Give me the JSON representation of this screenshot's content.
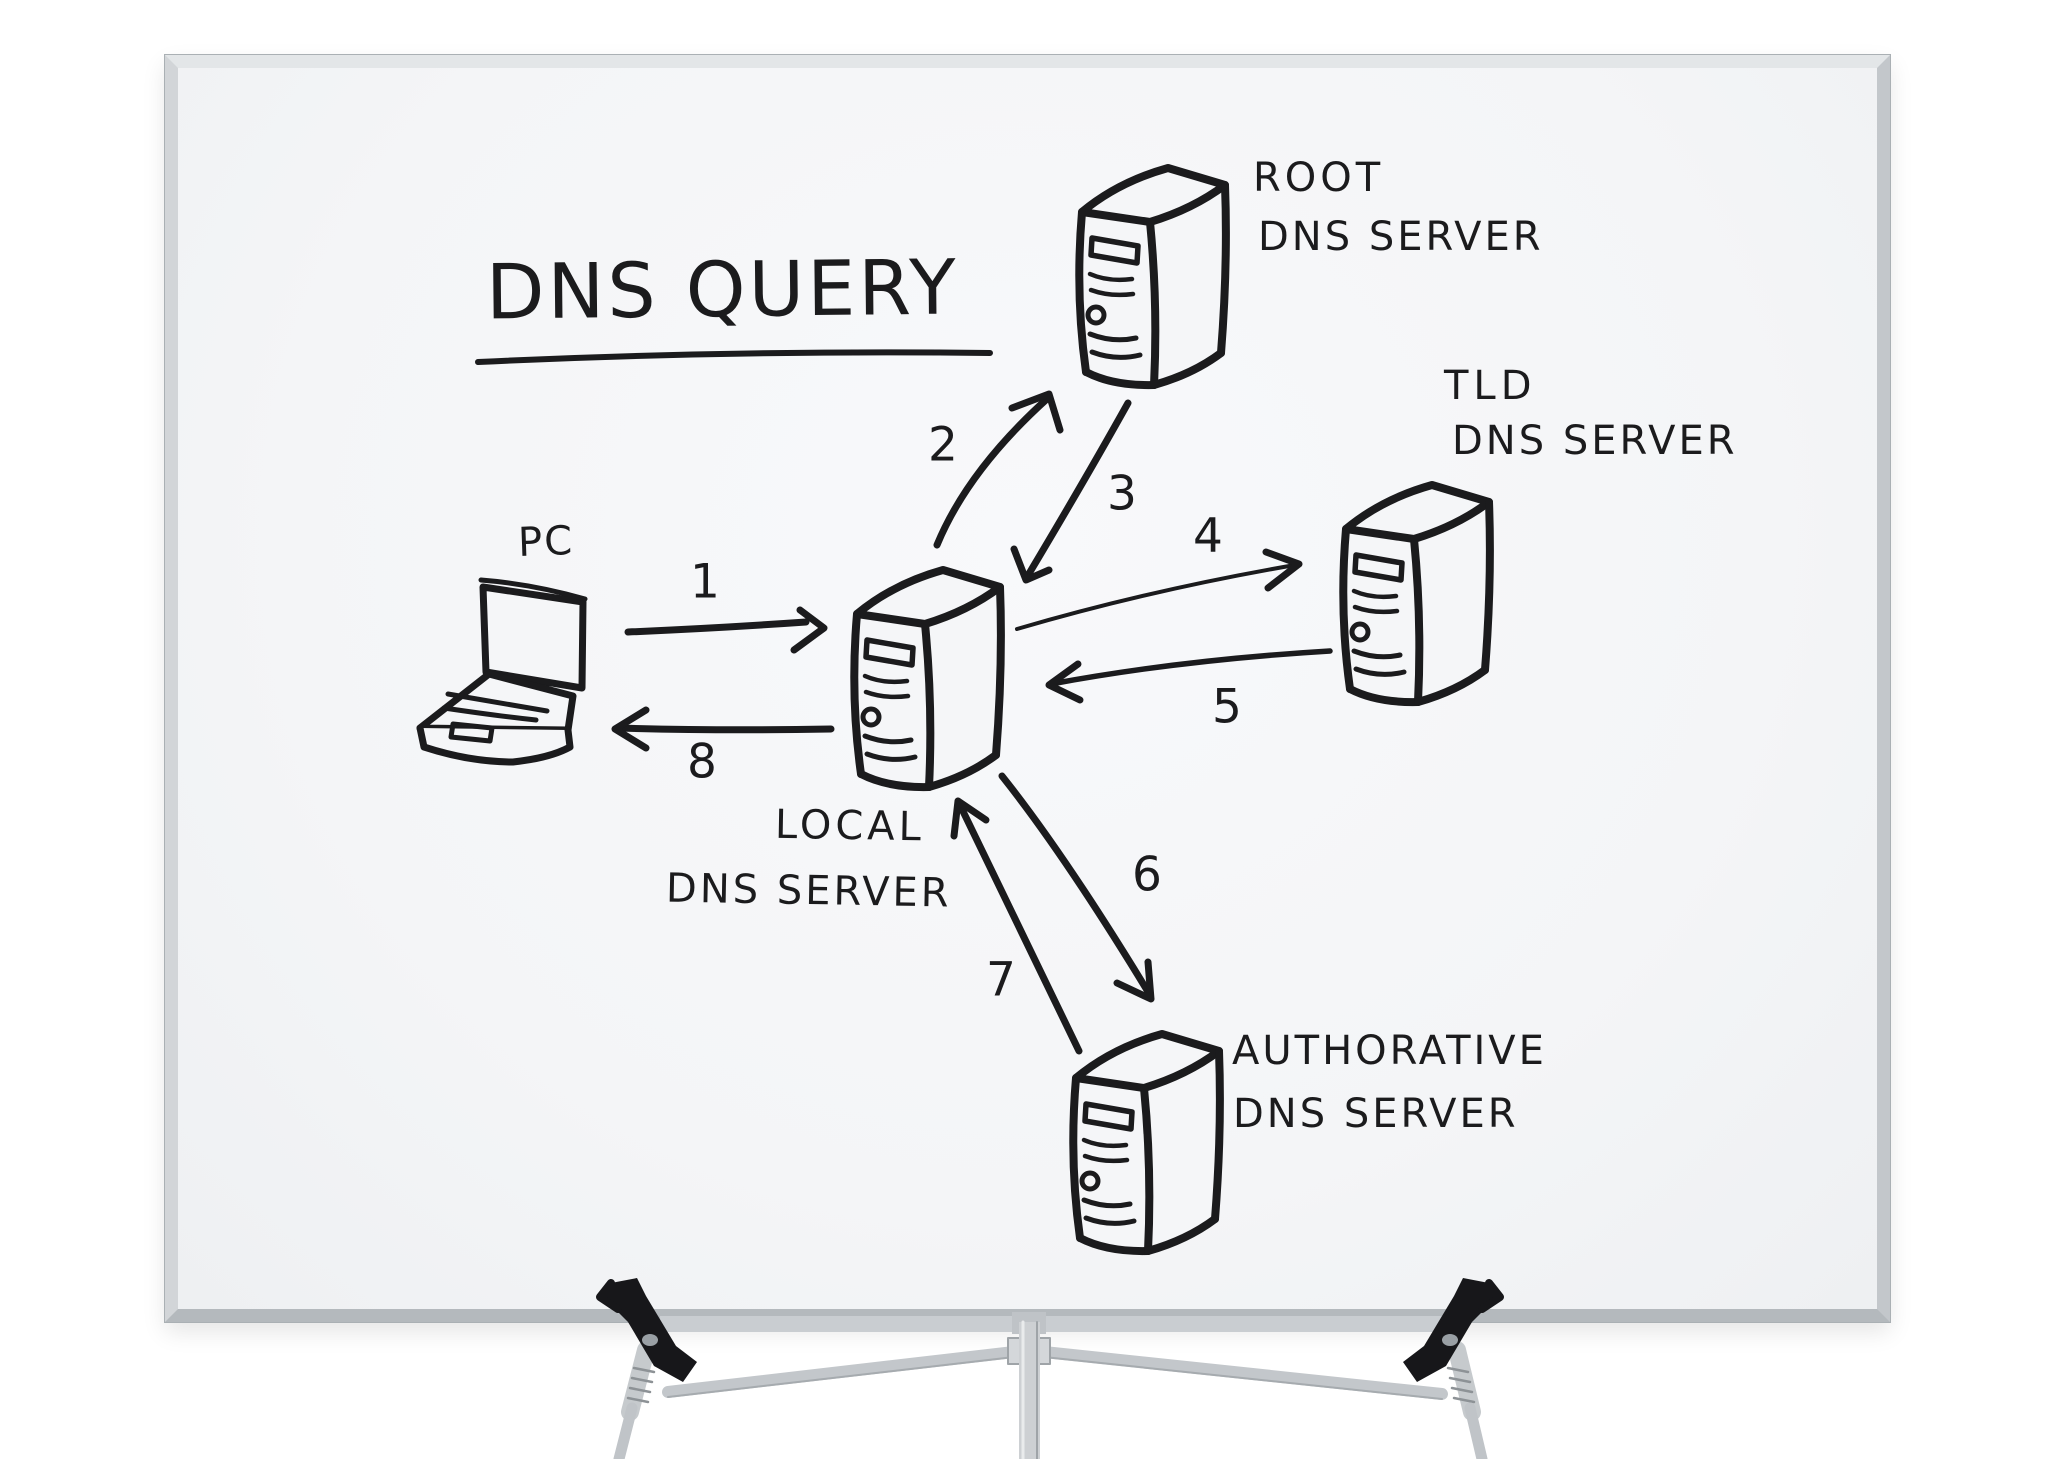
{
  "title": "DNS QUERY",
  "nodes": {
    "pc": {
      "label": "PC"
    },
    "local_dns": {
      "line1": "LOCAL",
      "line2": "DNS SERVER"
    },
    "root_dns": {
      "line1": "ROOT",
      "line2": "DNS SERVER"
    },
    "tld_dns": {
      "line1": "TLD",
      "line2": "DNS SERVER"
    },
    "authoritative_dns": {
      "line1": "AUTHORATIVE",
      "line2": "DNS SERVER"
    }
  },
  "steps": [
    {
      "number": "1",
      "from": "PC",
      "to": "LOCAL DNS SERVER"
    },
    {
      "number": "2",
      "from": "LOCAL DNS SERVER",
      "to": "ROOT DNS SERVER"
    },
    {
      "number": "3",
      "from": "ROOT DNS SERVER",
      "to": "LOCAL DNS SERVER"
    },
    {
      "number": "4",
      "from": "LOCAL DNS SERVER",
      "to": "TLD DNS SERVER"
    },
    {
      "number": "5",
      "from": "TLD DNS SERVER",
      "to": "LOCAL DNS SERVER"
    },
    {
      "number": "6",
      "from": "LOCAL DNS SERVER",
      "to": "AUTHORATIVE DNS SERVER"
    },
    {
      "number": "7",
      "from": "AUTHORATIVE DNS SERVER",
      "to": "LOCAL DNS SERVER"
    },
    {
      "number": "8",
      "from": "LOCAL DNS SERVER",
      "to": "PC"
    }
  ],
  "colors": {
    "ink": "#1b1b1d",
    "board_surface": "#f5f6f8",
    "frame_silver": "#c6cacd",
    "stand_silver": "#c6cacd",
    "clamp_black": "#17171a",
    "background": "#ffffff"
  }
}
